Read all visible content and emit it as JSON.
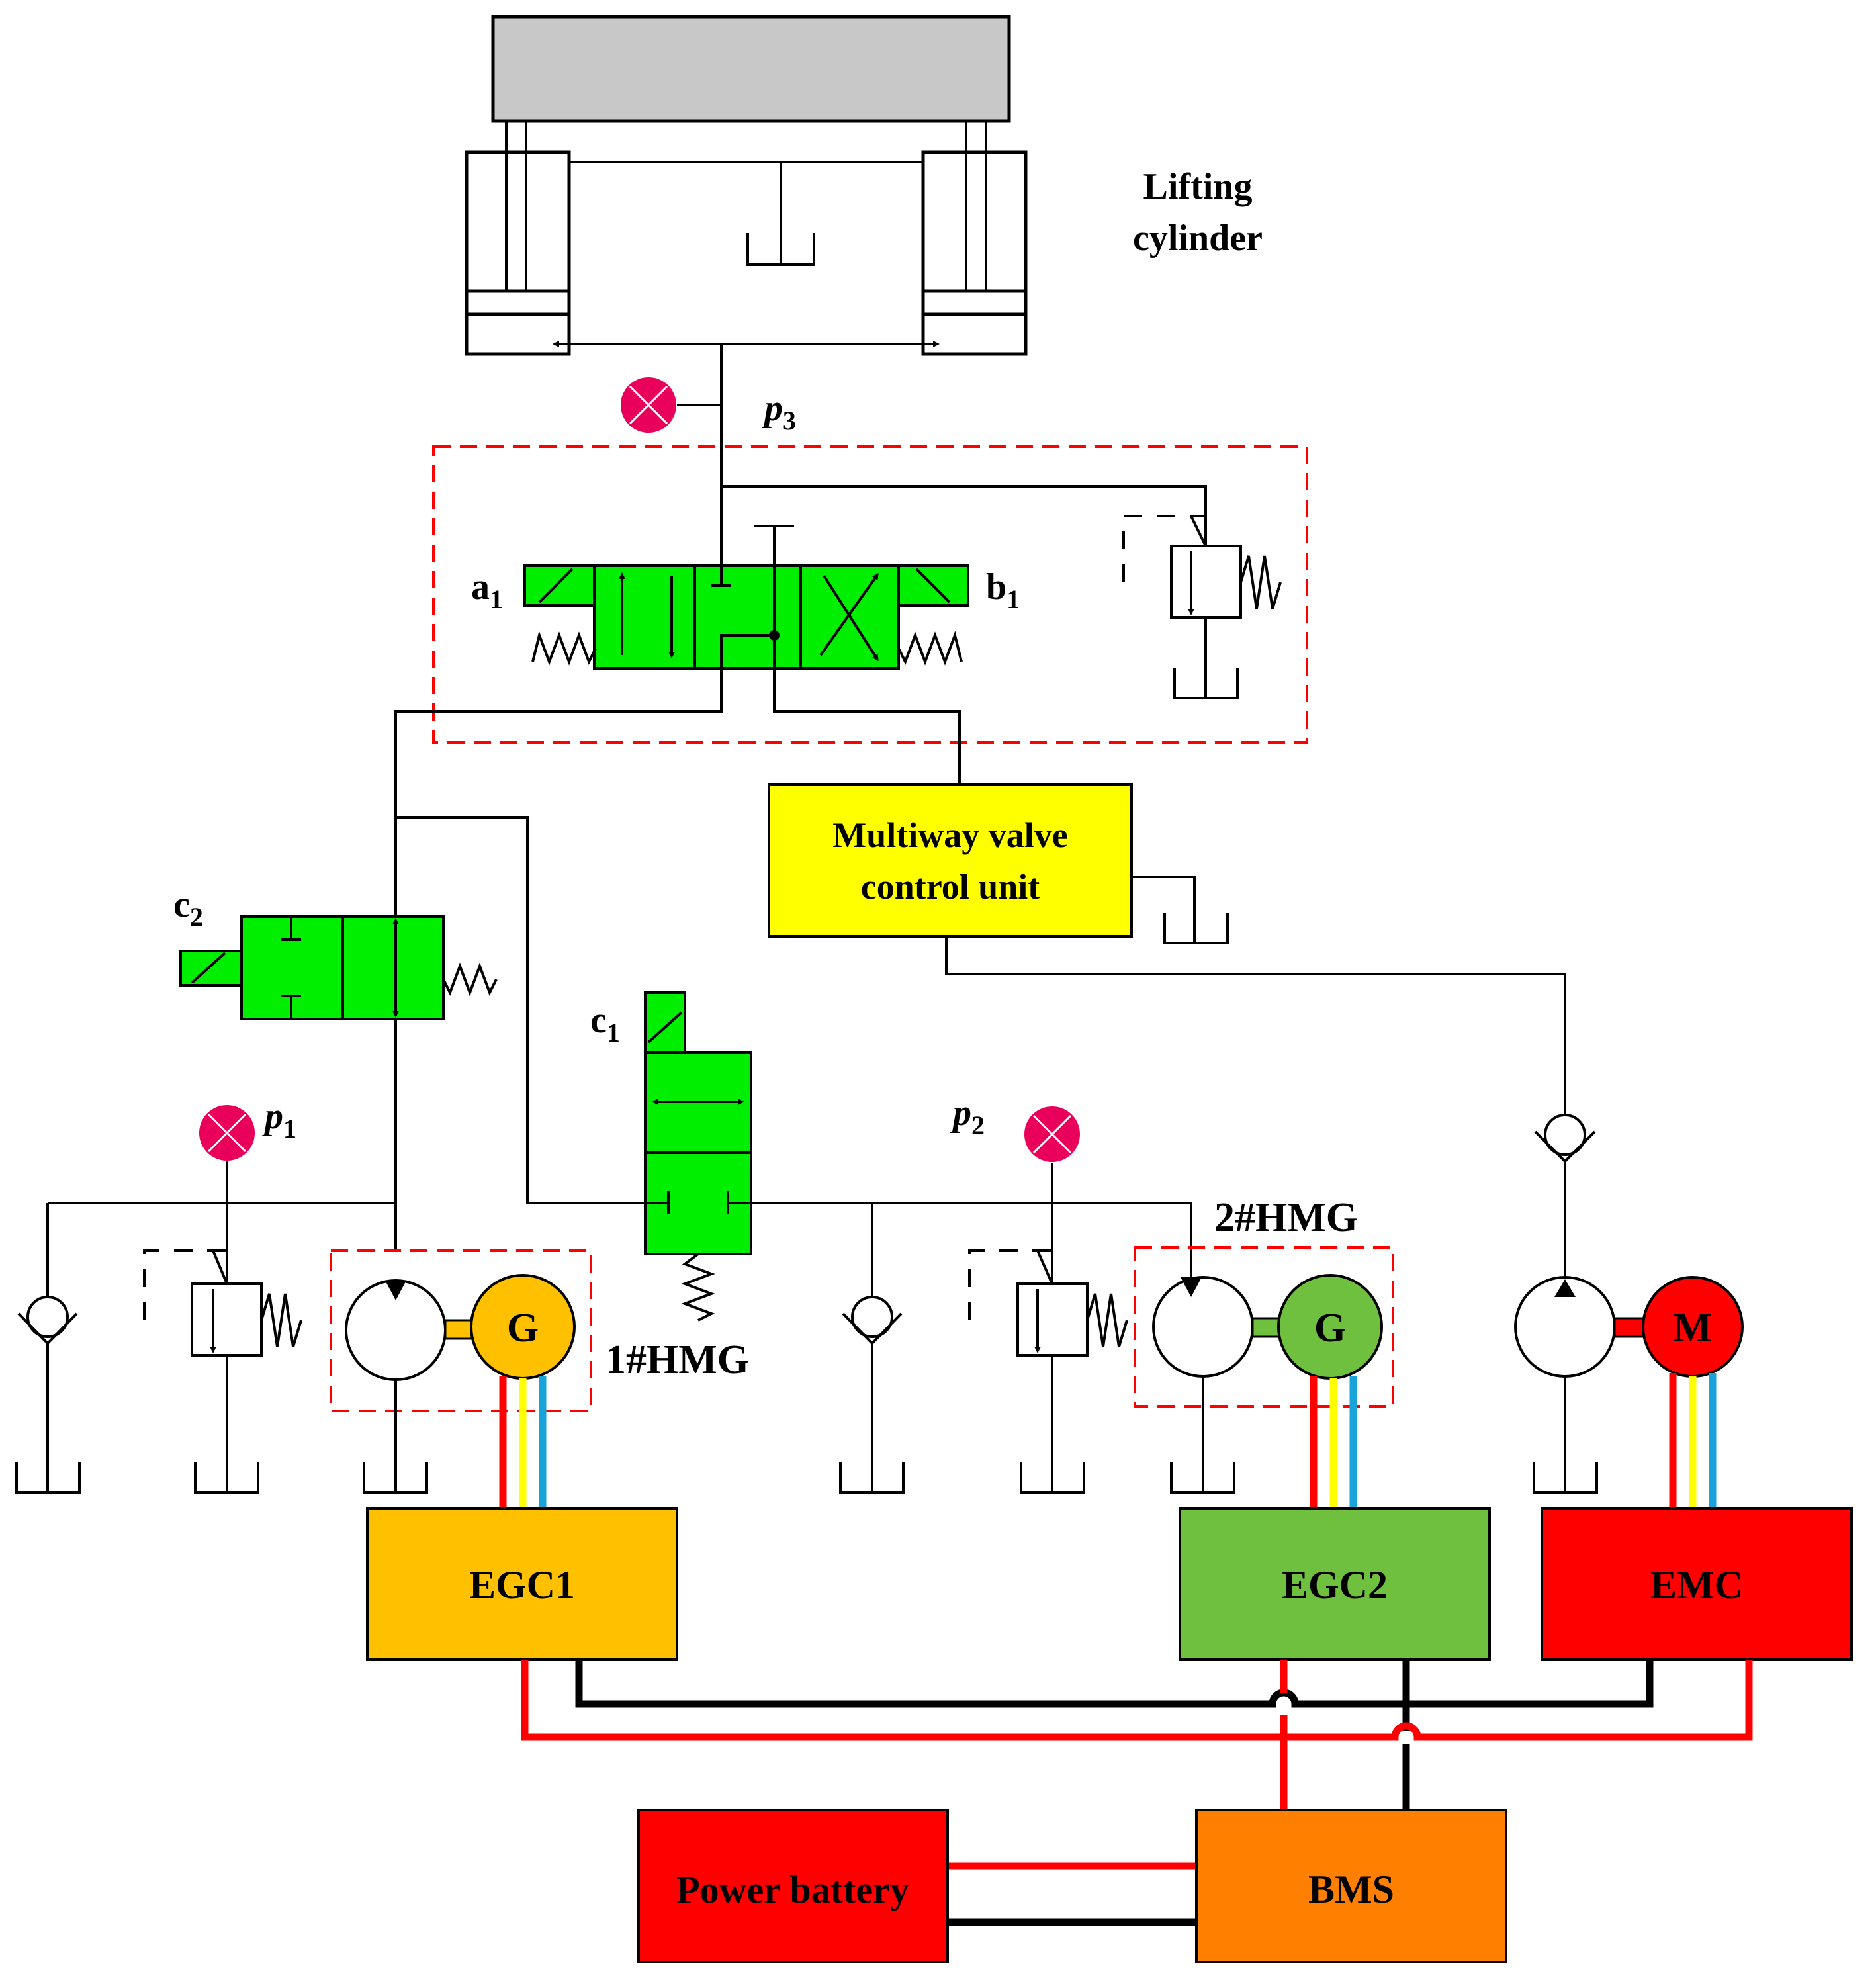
{
  "labels": {
    "lifting_cylinder_line1": "Lifting",
    "lifting_cylinder_line2": "cylinder",
    "p3": "p",
    "p3_sub": "3",
    "p1": "p",
    "p1_sub": "1",
    "p2": "p",
    "p2_sub": "2",
    "a1": "a",
    "a1_sub": "1",
    "b1": "b",
    "b1_sub": "1",
    "c1": "c",
    "c1_sub": "1",
    "c2": "c",
    "c2_sub": "2",
    "hmg1": "1#HMG",
    "hmg2": "2#HMG"
  },
  "blocks": {
    "multiway_line1": "Multiway valve",
    "multiway_line2": "control unit",
    "egc1": "EGC1",
    "egc2": "EGC2",
    "emc": "EMC",
    "power_battery": "Power battery",
    "bms": "BMS"
  },
  "machines": {
    "gen1": "G",
    "gen2": "G",
    "motor": "M"
  },
  "colors": {
    "valve_green": "#00ee00",
    "multiway_yellow": "#ffff00",
    "egc1_orange": "#ffc000",
    "egc2_green": "#70c040",
    "emc_red": "#ff0000",
    "battery_red": "#ff0000",
    "bms_orange": "#ff7f00",
    "gauge_pink": "#e8005a",
    "cylinder_gray": "#c8c8c8"
  }
}
